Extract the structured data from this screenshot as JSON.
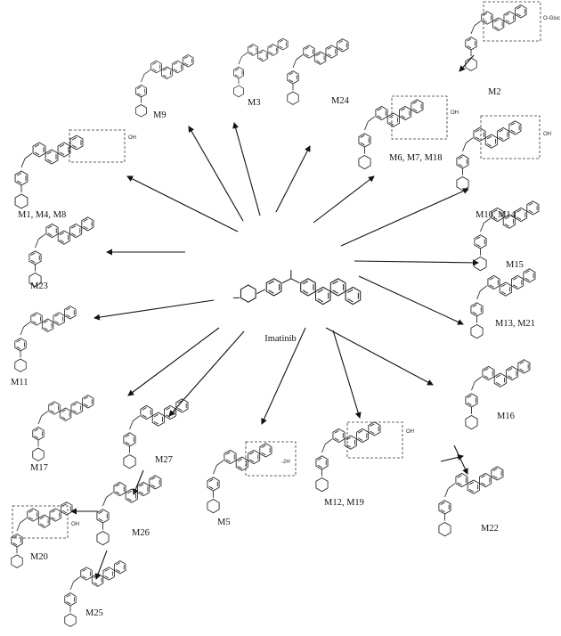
{
  "center_label": "Imatinib",
  "metabolites": [
    {
      "id": "M2",
      "label": "M2",
      "group": "O-Gluc"
    },
    {
      "id": "M9",
      "label": "M9",
      "group": ""
    },
    {
      "id": "M3",
      "label": "M3",
      "group": ""
    },
    {
      "id": "M24",
      "label": "M24",
      "group": ""
    },
    {
      "id": "M6",
      "label": "M6, M7, M18",
      "group": "OH"
    },
    {
      "id": "M1",
      "label": "M1, M4, M8",
      "group": "OH"
    },
    {
      "id": "M10",
      "label": "M10, M14",
      "group": "OH"
    },
    {
      "id": "M23",
      "label": "M23",
      "group": ""
    },
    {
      "id": "M15",
      "label": "M15",
      "group": ""
    },
    {
      "id": "M11",
      "label": "M11",
      "group": ""
    },
    {
      "id": "M13",
      "label": "M13, M21",
      "group": ""
    },
    {
      "id": "M16",
      "label": "M16",
      "group": ""
    },
    {
      "id": "M17",
      "label": "M17",
      "group": ""
    },
    {
      "id": "M27",
      "label": "M27",
      "group": ""
    },
    {
      "id": "M5",
      "label": "M5",
      "group": "-2H"
    },
    {
      "id": "M12",
      "label": "M12, M19",
      "group": "OH"
    },
    {
      "id": "M22",
      "label": "M22",
      "group": ""
    },
    {
      "id": "M26",
      "label": "M26",
      "group": ""
    },
    {
      "id": "M20",
      "label": "M20",
      "group": "OH"
    },
    {
      "id": "M25",
      "label": "M25",
      "group": ""
    }
  ]
}
